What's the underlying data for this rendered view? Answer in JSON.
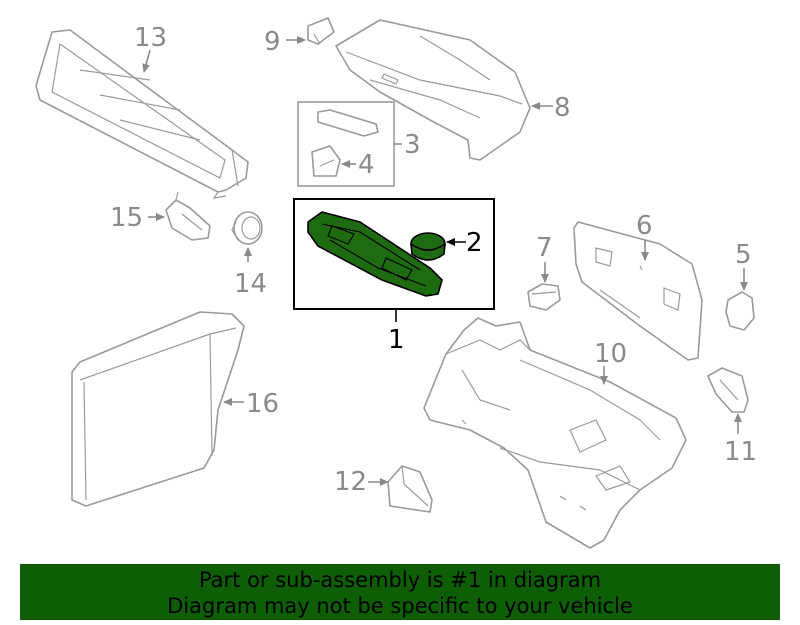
{
  "callouts": {
    "c1": "1",
    "c2": "2",
    "c3": "3",
    "c4": "4",
    "c5": "5",
    "c6": "6",
    "c7": "7",
    "c8": "8",
    "c9": "9",
    "c10": "10",
    "c11": "11",
    "c12": "12",
    "c13": "13",
    "c14": "14",
    "c15": "15",
    "c16": "16"
  },
  "colors": {
    "highlight_part": "#1e6b12",
    "banner": "#0e5e06",
    "line_gray": "#9a9a9a",
    "text_gray": "#8a8a8a"
  },
  "banner": {
    "line1": "Part or sub-assembly is #1 in diagram",
    "line2": "Diagram may not be specific to your vehicle"
  }
}
